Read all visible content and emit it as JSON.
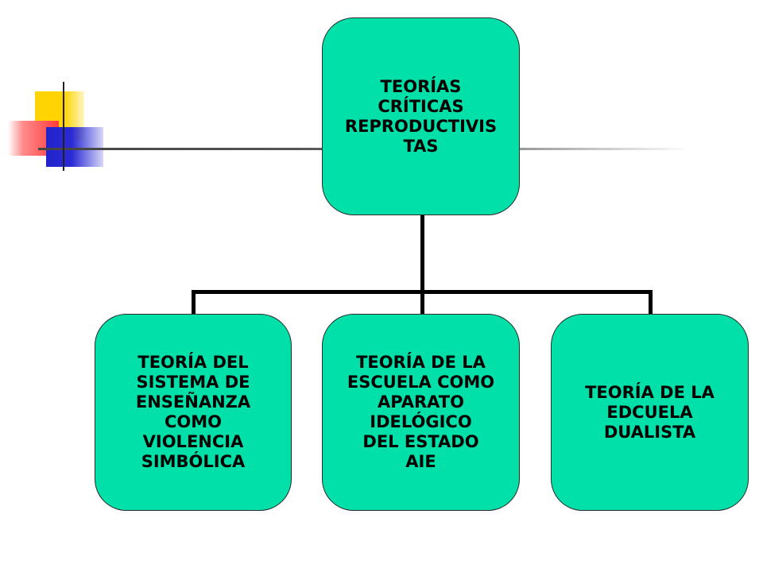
{
  "diagram": {
    "root": {
      "label": "TEORÍAS\nCRÍTICAS\nREPRODUCTIVIS\nTAS"
    },
    "children": [
      {
        "label": "TEORÍA DEL\nSISTEMA DE\nENSEÑANZA\nCOMO\nVIOLENCIA\nSIMBÓLICA"
      },
      {
        "label": "TEORÍA DE LA\nESCUELA COMO\nAPARATO\nIDELÓGICO\nDEL ESTADO\nAIE"
      },
      {
        "label": "TEORÍA DE LA\nEDCUELA\nDUALISTA"
      }
    ]
  },
  "colors": {
    "node_fill": "#00e0a8",
    "connector": "#000000",
    "decor_yellow": "#ffd400",
    "decor_red": "#ff3b3b",
    "decor_blue": "#2222cc"
  }
}
